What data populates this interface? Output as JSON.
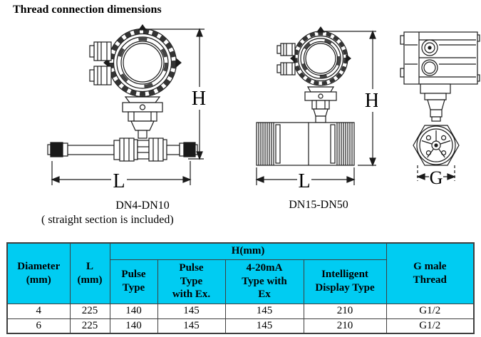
{
  "title": "Thread connection dimensions",
  "figures": {
    "dn4": {
      "caption": "DN4-DN10",
      "note": "( straight section is included)",
      "h_label": "H",
      "l_label": "L"
    },
    "dn15": {
      "caption": "DN15-DN50",
      "h_label": "H",
      "l_label": "L"
    },
    "side": {
      "g_label": "G"
    }
  },
  "table": {
    "headers": {
      "diameter": "Diameter\n(mm)",
      "length": "L\n(mm)",
      "h_group": "H(mm)",
      "pulse": "Pulse\nType",
      "pulse_ex": "Pulse\nType\nwith Ex.",
      "ma_ex": "4-20mA\nType with\nEx",
      "intelligent": "Intelligent\nDisplay Type",
      "thread": "G male\nThread"
    },
    "rows": [
      [
        "4",
        "225",
        "140",
        "145",
        "145",
        "210",
        "G1/2"
      ],
      [
        "6",
        "225",
        "140",
        "145",
        "145",
        "210",
        "G1/2"
      ]
    ]
  },
  "colors": {
    "header_bg": "#00ccf2",
    "grid": "#3f3f3f"
  }
}
